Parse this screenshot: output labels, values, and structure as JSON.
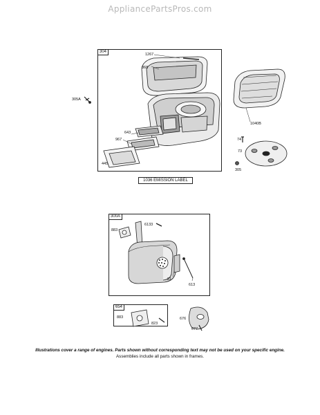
{
  "watermark": "AppliancePartsPros.com",
  "top_group": {
    "frame_tag": "304",
    "emission_label": "1036 EMISSION LABEL",
    "parts": {
      "p1267": "1267",
      "p868": "868",
      "p305A": "305A",
      "p1040B": "1040B",
      "p643": "643",
      "p967": "967",
      "p445": "445",
      "p74": "74",
      "p73": "73",
      "p305": "305"
    }
  },
  "bottom_group": {
    "frame_tag": "300A",
    "parts": {
      "p6133": "6133",
      "p883": "883",
      "p81": "81",
      "p613": "613"
    },
    "sub_frame": {
      "tag": "654",
      "p883": "883",
      "p823": "823"
    },
    "p676": "676",
    "p677": "677"
  },
  "footer": {
    "line1": "Illustrations cover a range of engines. Parts shown without corresponding text may not be used on your specific engine.",
    "line2": "Assemblies include all parts shown in frames."
  }
}
